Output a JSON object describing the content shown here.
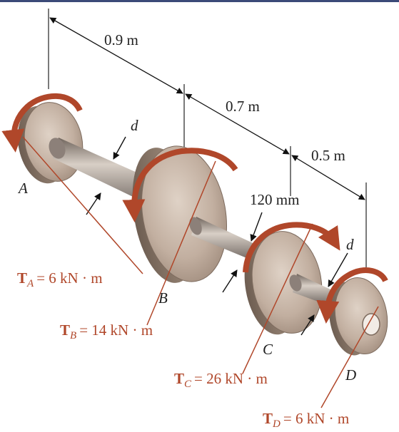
{
  "dimensions": {
    "ab": "0.9 m",
    "bc": "0.7 m",
    "cd": "0.5 m",
    "bore": "120 mm"
  },
  "shaft_label": "d",
  "points": {
    "a": "A",
    "b": "B",
    "c": "C",
    "d": "D"
  },
  "torques": {
    "a": {
      "symbol": "T",
      "sub": "A",
      "value": "= 6 kN · m"
    },
    "b": {
      "symbol": "T",
      "sub": "B",
      "value": "= 14 kN · m"
    },
    "c": {
      "symbol": "T",
      "sub": "C",
      "value": "= 26 kN · m"
    },
    "d": {
      "symbol": "T",
      "sub": "D",
      "value": "= 6 kN · m"
    }
  },
  "colors": {
    "torque": "#b0472a",
    "disk": "#b39f90",
    "shaft": "#9c9088",
    "frame": "#3b4a78"
  }
}
